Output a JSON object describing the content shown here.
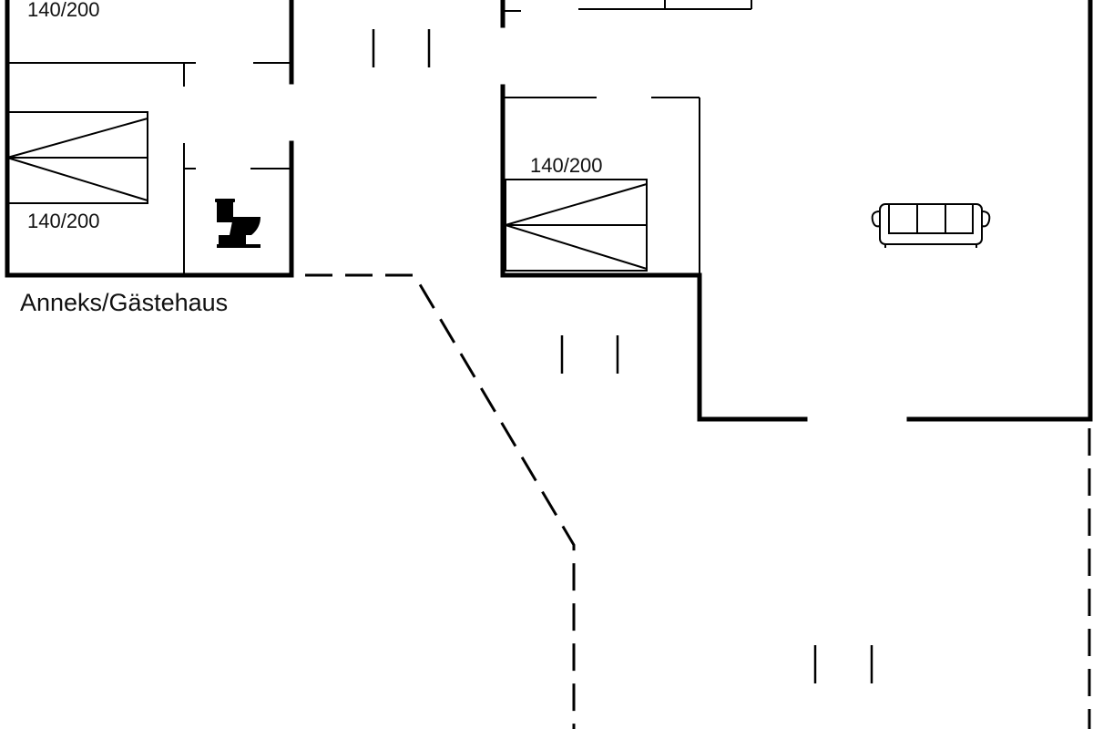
{
  "labels": {
    "bed_top": "140/200",
    "bed_left": "140/200",
    "bed_middle": "140/200",
    "annex": "Anneks/Gästehaus"
  },
  "icons": [
    "toilet-icon",
    "sofa-icon",
    "bed-icon"
  ]
}
